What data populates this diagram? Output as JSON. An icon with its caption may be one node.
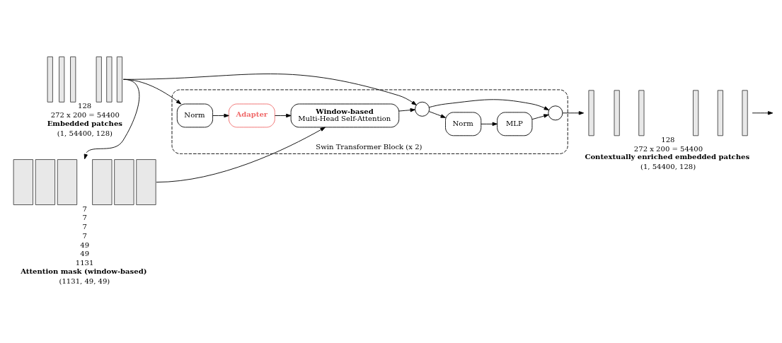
{
  "diagram": {
    "nodes": [
      {
        "text": [],
        "shape": "picture",
        "beside": [
          "128",
          "272 x 200 = 54400",
          "Embedded patches",
          "(1, 54400, 128)"
        ]
      },
      {
        "text": [],
        "shape": "picture",
        "beside": [
          "7",
          "7",
          "7",
          "7",
          "49",
          "49",
          "1131",
          "Attention mask (window-based)",
          "(1131, 49, 49)"
        ]
      },
      {
        "text": [
          "Swin Transformer Block (x 2)"
        ]
      },
      {
        "text": [
          "Norm"
        ],
        "in": 2
      },
      {
        "text": [
          "Adapter"
        ],
        "in": 2
      },
      {
        "text": [
          "Window-based",
          "Multi-Head Self-Attention"
        ],
        "in": 2
      },
      {
        "text": [],
        "shape": "circle",
        "in": 2
      },
      {
        "text": [
          "Norm"
        ],
        "in": 2
      },
      {
        "text": [
          "MLP"
        ],
        "in": 2
      },
      {
        "text": [],
        "shape": "circle",
        "in": 2
      },
      {
        "text": [],
        "shape": "picture",
        "beside": [
          "128",
          "272 x 200 = 54400",
          "Contextually enriched embedded patches",
          "(1, 54400, 128)"
        ]
      }
    ],
    "edges": [
      {
        "from": 0,
        "to": 3,
        "arrow": "to"
      },
      {
        "from": 0,
        "to": 1,
        "arrow": "to"
      },
      {
        "from": 0,
        "to": 6,
        "arrow": "to"
      },
      {
        "from": 3,
        "to": 4,
        "arrow": "to"
      },
      {
        "from": 4,
        "to": 5,
        "arrow": "to"
      },
      {
        "from": 1,
        "to": 5,
        "arrow": "to"
      },
      {
        "from": 5,
        "to": 6,
        "arrow": "to"
      },
      {
        "from": 6,
        "to": 7,
        "arrow": "to"
      },
      {
        "from": 6,
        "to": 9,
        "arrow": "to"
      },
      {
        "from": 7,
        "to": 8,
        "arrow": "to"
      },
      {
        "from": 8,
        "to": 9,
        "arrow": "to"
      },
      {
        "from": 9,
        "to": 10,
        "arrow": "to"
      },
      {
        "from": 10,
        "to": null,
        "arrow": "to"
      }
    ]
  }
}
